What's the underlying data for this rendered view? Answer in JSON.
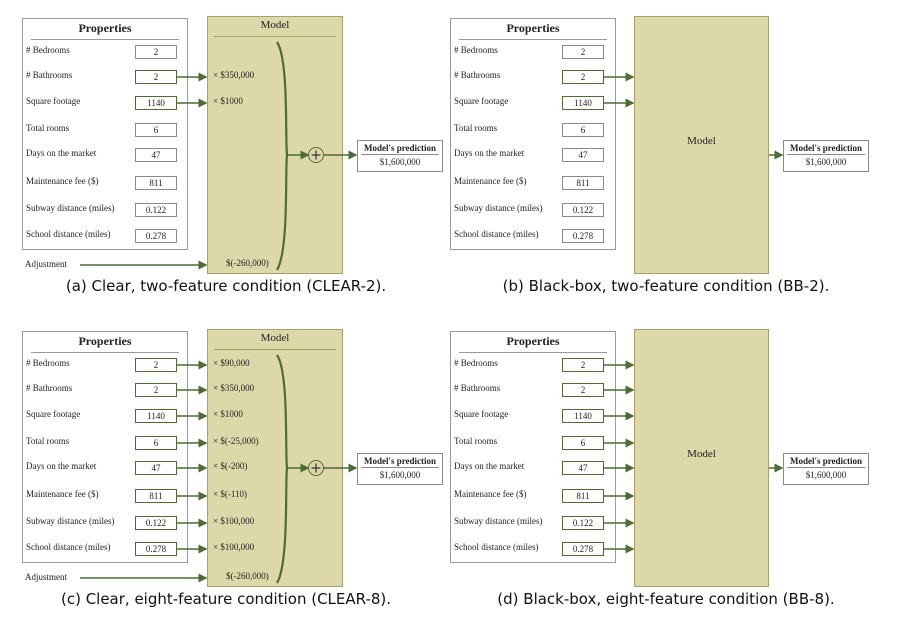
{
  "colors": {
    "model_fill": "#ddd8a9",
    "model_border": "#a9a06b",
    "arrow": "#4d6b34"
  },
  "properties_title": "Properties",
  "model_title": "Model",
  "prediction": {
    "title": "Model's prediction",
    "value": "$1,600,000"
  },
  "adjustment_label": "Adjustment",
  "adjustment_value": "$(-260,000)",
  "features": [
    {
      "label": "# Bedrooms",
      "value": "2",
      "coef": "× $90,000"
    },
    {
      "label": "# Bathrooms",
      "value": "2",
      "coef": "× $350,000"
    },
    {
      "label": "Square footage",
      "value": "1140",
      "coef": "× $1000"
    },
    {
      "label": "Total rooms",
      "value": "6",
      "coef": "× $(-25,000)"
    },
    {
      "label": "Days on the market",
      "value": "47",
      "coef": "× $(-200)"
    },
    {
      "label": "Maintenance fee ($)",
      "value": "811",
      "coef": "× $(-110)"
    },
    {
      "label": "Subway distance (miles)",
      "value": "0.122",
      "coef": "× $100,000"
    },
    {
      "label": "School distance (miles)",
      "value": "0.278",
      "coef": "× $100,000"
    }
  ],
  "panels": [
    {
      "id": "a",
      "type": "clear",
      "active": [
        1,
        2
      ],
      "caption": "(a) Clear, two-feature condition (CLEAR-2)."
    },
    {
      "id": "b",
      "type": "blackbox",
      "active": [
        1,
        2
      ],
      "caption": "(b) Black-box, two-feature condition (BB-2)."
    },
    {
      "id": "c",
      "type": "clear",
      "active": [
        0,
        1,
        2,
        3,
        4,
        5,
        6,
        7
      ],
      "caption": "(c) Clear, eight-feature condition (CLEAR-8)."
    },
    {
      "id": "d",
      "type": "blackbox",
      "active": [
        0,
        1,
        2,
        3,
        4,
        5,
        6,
        7
      ],
      "caption": "(d) Black-box, eight-feature condition (BB-8)."
    }
  ]
}
